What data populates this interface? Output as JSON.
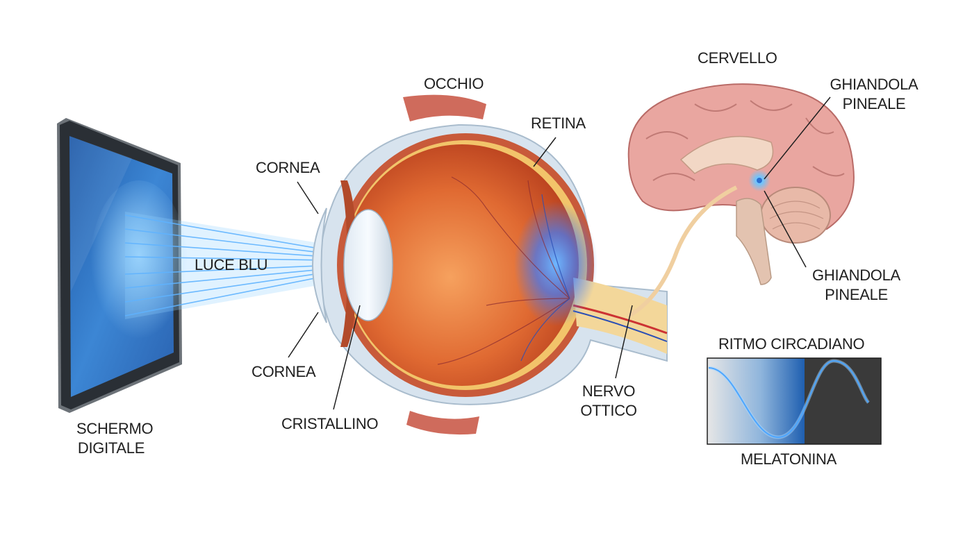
{
  "labels": {
    "screen_line1": "SCHERMO",
    "screen_line2": "DIGITALE",
    "blue_light": "LUCE BLU",
    "eye": "OCCHIO",
    "cornea_top": "CORNEA",
    "cornea_bottom": "CORNEA",
    "lens": "CRISTALLINO",
    "retina": "RETINA",
    "optic_nerve_line1": "NERVO",
    "optic_nerve_line2": "OTTICO",
    "brain": "CERVELLO",
    "pineal_top_line1": "GHIANDOLA",
    "pineal_top_line2": "PINEALE",
    "pineal_bottom_line1": "GHIANDOLA",
    "pineal_bottom_line2": "PINEALE",
    "rhythm_title": "RITMO CIRCADIANO",
    "melatonin": "MELATONINA"
  },
  "colors": {
    "blue_light": "#4aa8ff",
    "screen": "#2f72c4",
    "eye_interior": "#d9572a",
    "brain": "#e9a6a0",
    "nerve": "#f3d79a",
    "night_panel": "#3a3a3a"
  }
}
